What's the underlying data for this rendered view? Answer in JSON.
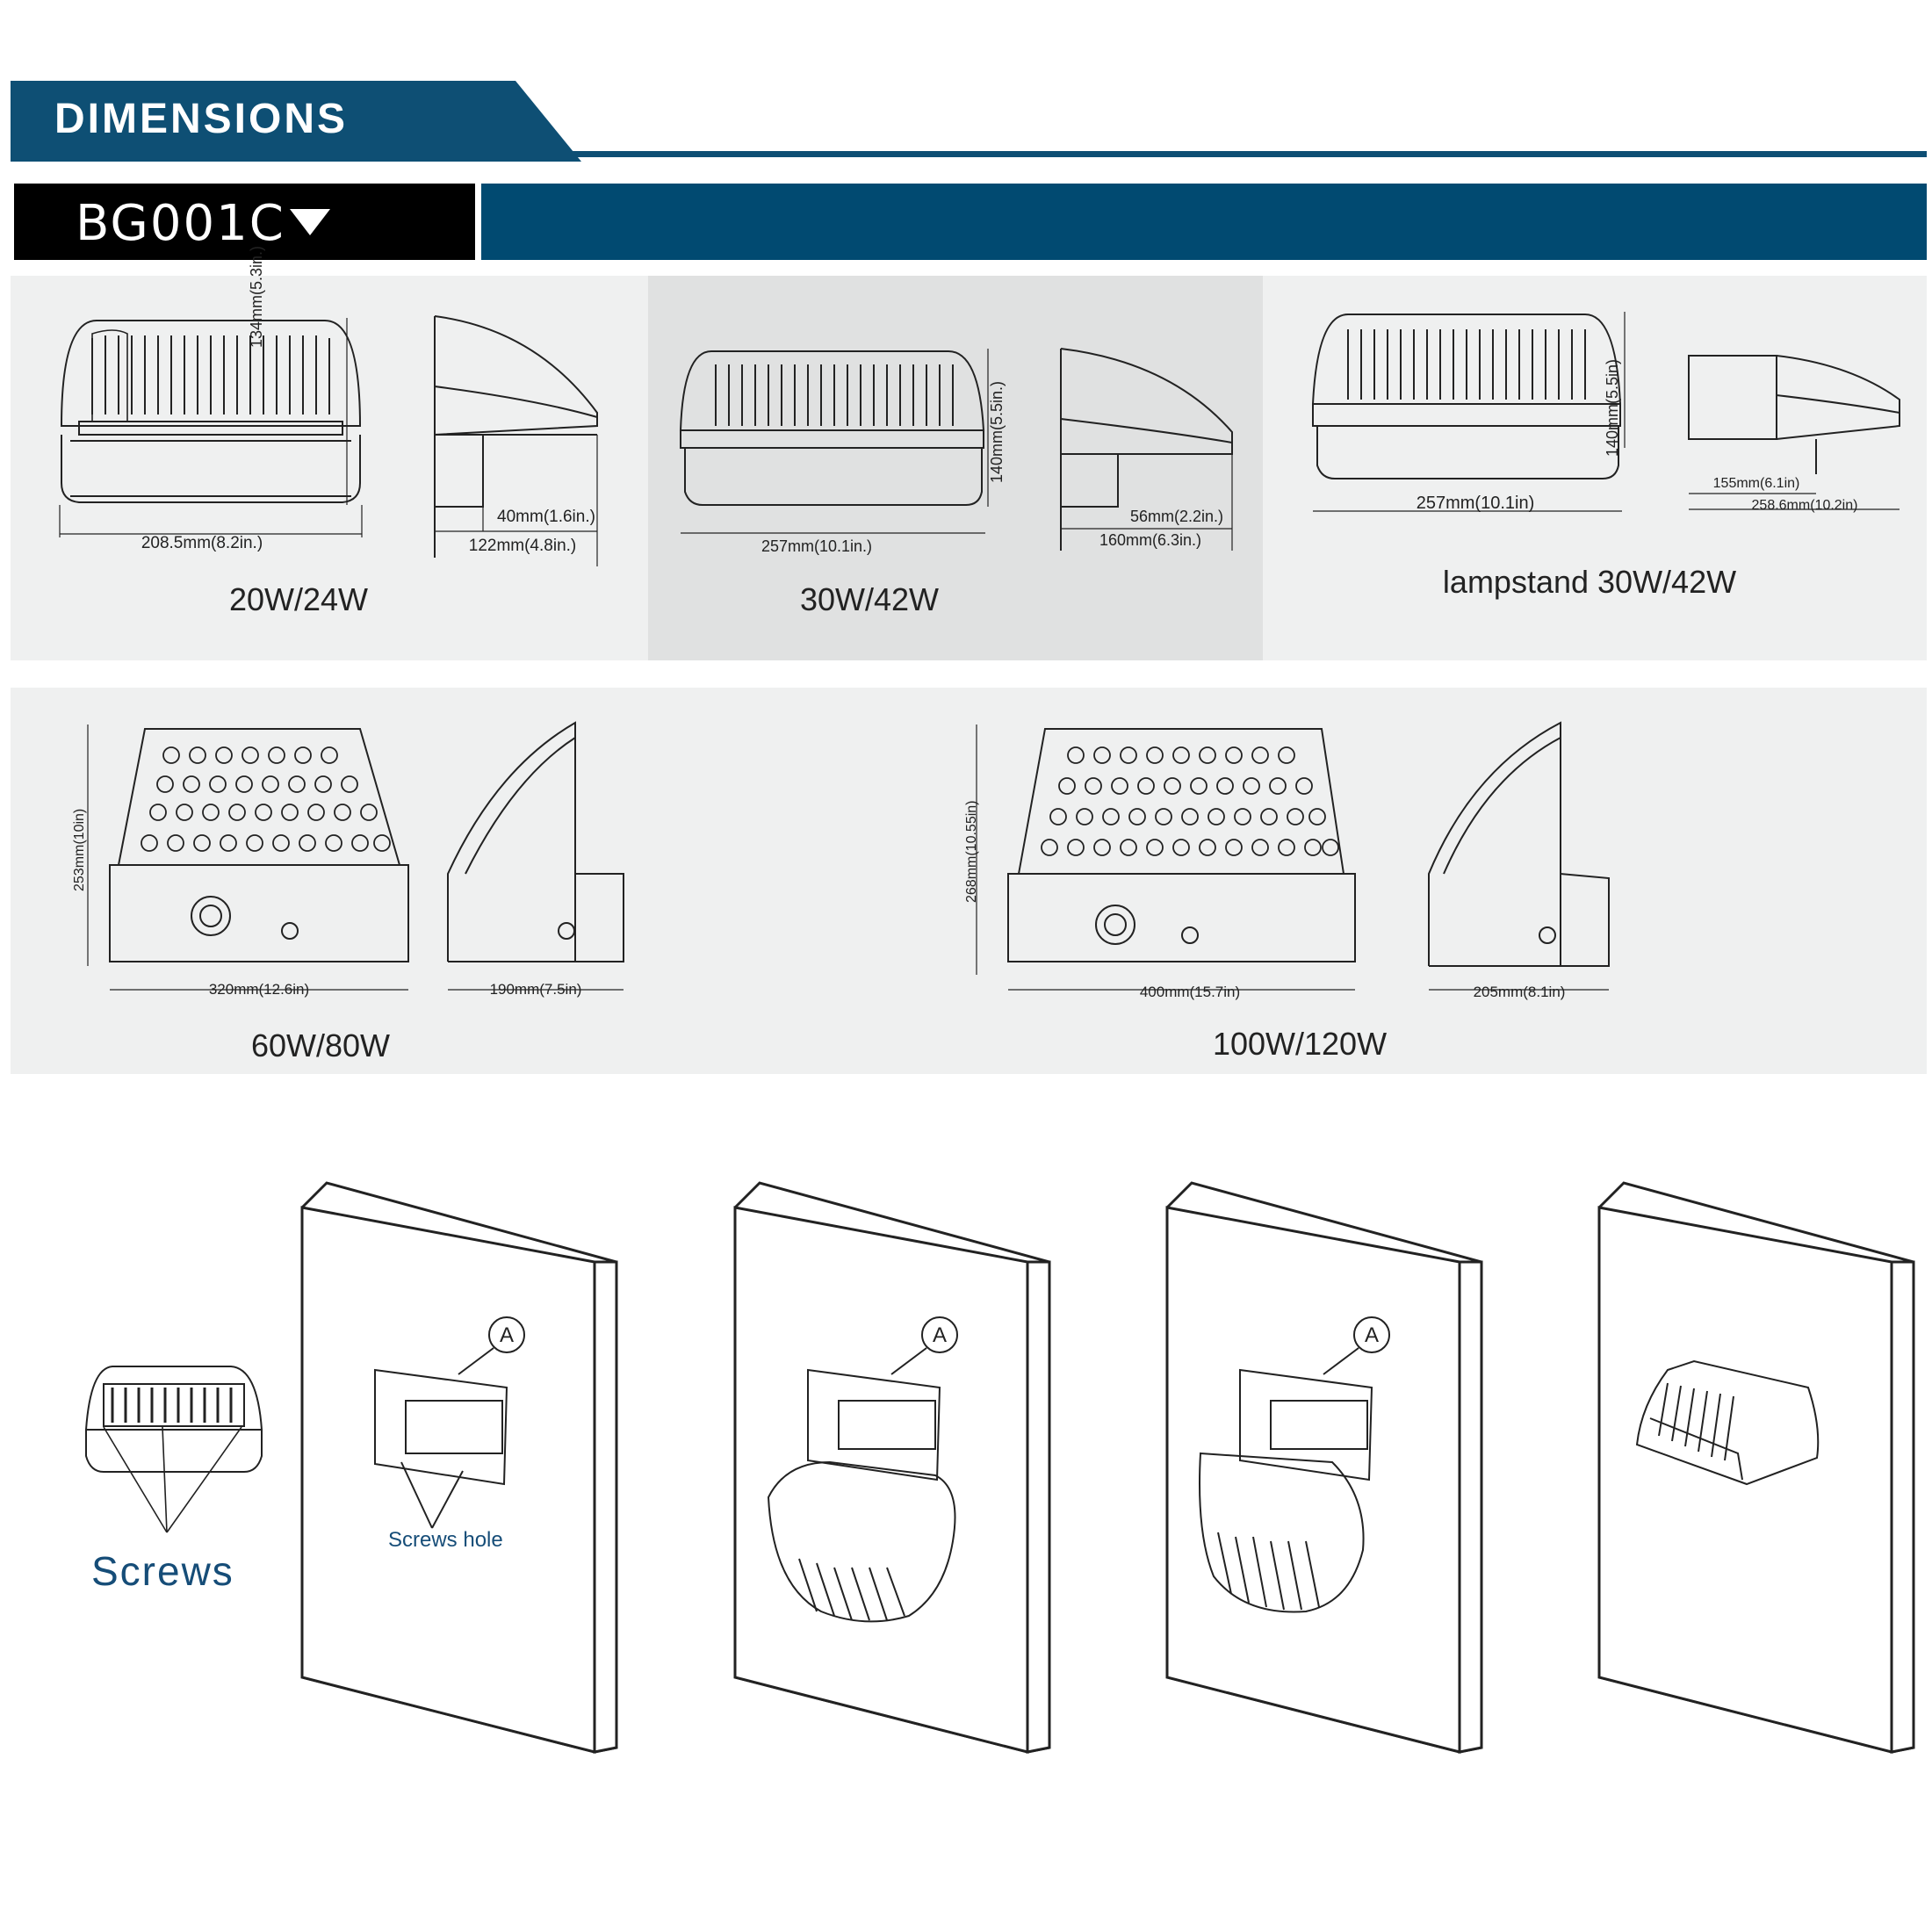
{
  "header": {
    "title": "DIMENSIONS",
    "model": "BG001C",
    "accent_color": "#0e4f74"
  },
  "row1": {
    "p1": {
      "label": "20W/24W",
      "height_dim": "134mm(5.3in.)",
      "width_dim": "208.5mm(8.2in.)",
      "side_small": "40mm(1.6in.)",
      "side_depth": "122mm(4.8in.)"
    },
    "p2": {
      "label": "30W/42W",
      "height_dim": "140mm(5.5in.)",
      "width_dim": "257mm(10.1in.)",
      "side_small": "56mm(2.2in.)",
      "side_depth": "160mm(6.3in.)"
    },
    "p3": {
      "label": "lampstand  30W/42W",
      "height_dim": "140mm(5.5in)",
      "width_dim": "257mm(10.1in)",
      "side_small": "155mm(6.1in)",
      "side_depth": "258.6mm(10.2in)"
    }
  },
  "row2": {
    "p1": {
      "label": "60W/80W",
      "height_dim": "253mm(10in)",
      "width_dim": "320mm(12.6in)",
      "side_depth": "190mm(7.5in)"
    },
    "p2": {
      "label": "100W/120W",
      "height_dim": "268mm(10.55in)",
      "width_dim": "400mm(15.7in)",
      "side_depth": "205mm(8.1in)"
    }
  },
  "install": {
    "screws_label": "Screws",
    "screws_hole_label": "Screws hole",
    "callout": "A",
    "steps": 4,
    "text_color": "#164d78"
  }
}
